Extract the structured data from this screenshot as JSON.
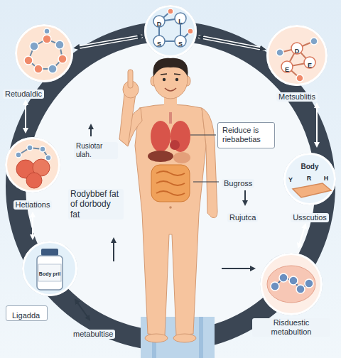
{
  "diagram": {
    "nodes": [
      {
        "text": [
          "Retudaldic"
        ]
      },
      {
        "text": [
          "D",
          "L",
          "S",
          "S"
        ]
      },
      {
        "text": [
          "D",
          "E",
          "E",
          "Metsublitis"
        ]
      },
      {
        "text": [
          "Hetiations"
        ]
      },
      {
        "text": [
          "Reiduce is riebabetias"
        ]
      },
      {
        "text": [
          "Body",
          "Y",
          "R",
          "H",
          "Usscutios"
        ]
      },
      {
        "text": [
          "Body pril"
        ]
      },
      {
        "text": [
          "Ligadda"
        ]
      },
      {
        "text": [
          "Risduestic metabultion"
        ]
      }
    ],
    "edges": [
      {
        "from": 0,
        "to": 1,
        "arrow": "both"
      },
      {
        "from": 1,
        "to": 2,
        "arrow": "both"
      }
    ],
    "labels": [
      "Rusiotar ulah.",
      "Rodybbef fat of dorbody fat",
      "Bugross",
      "Rujutca",
      "metabultise"
    ]
  }
}
